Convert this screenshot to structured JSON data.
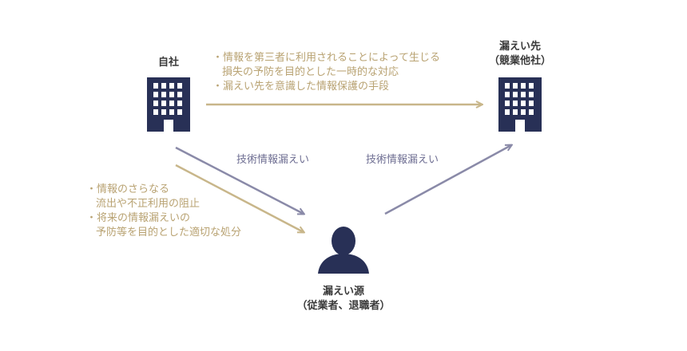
{
  "colors": {
    "navy": "#283056",
    "tan_arrow": "#c8b68a",
    "slate_arrow": "#8a8aa8",
    "tan_text": "#b9a373",
    "slate_text": "#6f6f93"
  },
  "nodes": {
    "self_company": "自社",
    "leak_destination_line1": "漏えい先",
    "leak_destination_line2": "（競業他社）",
    "leak_source_line1": "漏えい源",
    "leak_source_line2": "（従業者、退職者）"
  },
  "top_notes": {
    "line1": "・情報を第三者に利用されることによって生じる",
    "line2": "損失の予防を目的とした一時的な対応",
    "line3": "・漏えい先を意識した情報保護の手段"
  },
  "left_notes": {
    "line1": "・情報のさらなる",
    "line2": "流出や不正利用の阻止",
    "line3": "・将来の情報漏えいの",
    "line4": "予防等を目的とした適切な処分"
  },
  "edge_labels": {
    "left": "技術情報漏えい",
    "right": "技術情報漏えい"
  },
  "icons": {
    "self_building": "building-icon",
    "destination_building": "building-icon",
    "person": "person-icon"
  }
}
